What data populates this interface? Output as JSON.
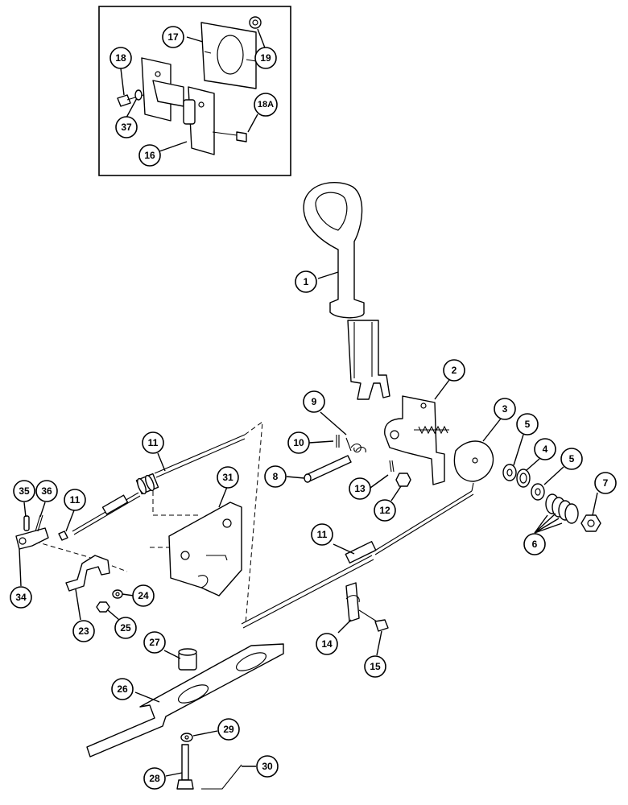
{
  "callouts": [
    {
      "id": "c1",
      "label": "1"
    },
    {
      "id": "c2",
      "label": "2"
    },
    {
      "id": "c3",
      "label": "3"
    },
    {
      "id": "c4",
      "label": "4"
    },
    {
      "id": "c5a",
      "label": "5"
    },
    {
      "id": "c5b",
      "label": "5"
    },
    {
      "id": "c6",
      "label": "6"
    },
    {
      "id": "c7",
      "label": "7"
    },
    {
      "id": "c8",
      "label": "8"
    },
    {
      "id": "c9",
      "label": "9"
    },
    {
      "id": "c10",
      "label": "10"
    },
    {
      "id": "c11a",
      "label": "11"
    },
    {
      "id": "c11b",
      "label": "11"
    },
    {
      "id": "c11c",
      "label": "11"
    },
    {
      "id": "c12",
      "label": "12"
    },
    {
      "id": "c13",
      "label": "13"
    },
    {
      "id": "c14",
      "label": "14"
    },
    {
      "id": "c15",
      "label": "15"
    },
    {
      "id": "c16",
      "label": "16"
    },
    {
      "id": "c17",
      "label": "17"
    },
    {
      "id": "c18",
      "label": "18"
    },
    {
      "id": "c18a",
      "label": "18A"
    },
    {
      "id": "c19",
      "label": "19"
    },
    {
      "id": "c23",
      "label": "23"
    },
    {
      "id": "c24",
      "label": "24"
    },
    {
      "id": "c25",
      "label": "25"
    },
    {
      "id": "c26",
      "label": "26"
    },
    {
      "id": "c27",
      "label": "27"
    },
    {
      "id": "c28",
      "label": "28"
    },
    {
      "id": "c29",
      "label": "29"
    },
    {
      "id": "c30",
      "label": "30"
    },
    {
      "id": "c31",
      "label": "31"
    },
    {
      "id": "c34",
      "label": "34"
    },
    {
      "id": "c35",
      "label": "35"
    },
    {
      "id": "c36",
      "label": "36"
    },
    {
      "id": "c37",
      "label": "37"
    }
  ]
}
